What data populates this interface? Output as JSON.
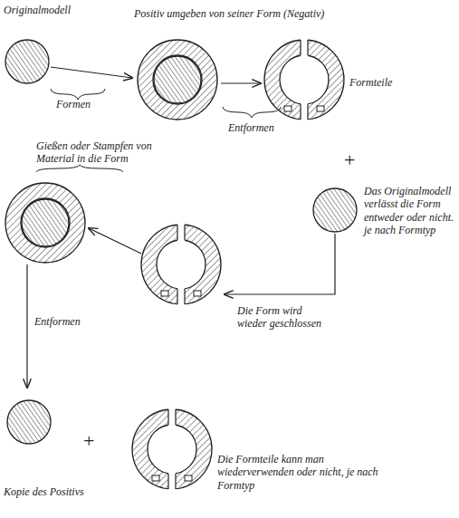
{
  "diagram": {
    "labels": [
      "Originalmodell",
      "Positiv umgeben von seiner Form (Negativ)",
      "Formen",
      "Entformen",
      "Formteile",
      "+",
      "Gießen oder Stampfen von Material in die Form",
      "Das Originalmodell verlässt die Form entweder oder nicht. je nach Formtyp",
      "Die Form wird wieder geschlossen",
      "Entformen",
      "+",
      "Kopie des Positivs",
      "Die Formteile kann man wiederverwenden oder nicht, je nach Formtyp"
    ]
  }
}
